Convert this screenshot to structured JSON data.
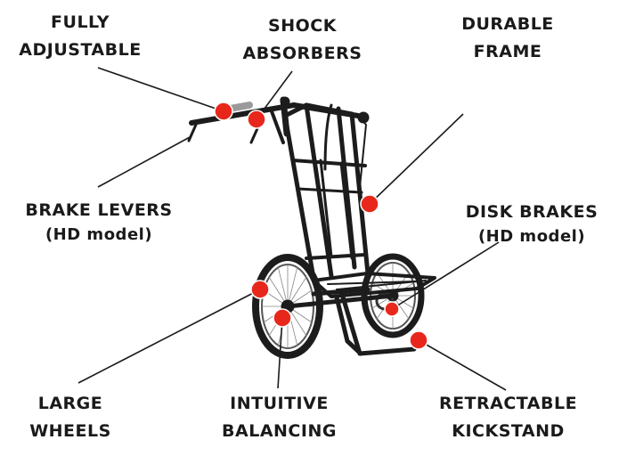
{
  "colors": {
    "background": "#ffffff",
    "text": "#1a1a1a",
    "marker": "#e8271c",
    "leader_line": "#1a1a1a",
    "frame": "#1c1c1c"
  },
  "callouts": {
    "fully_adjustable": {
      "line1": "FULLY",
      "line2": "ADJUSTABLE"
    },
    "shock_absorbers": {
      "line1": "SHOCK",
      "line2": "ABSORBERS"
    },
    "durable_frame": {
      "line1": "DURABLE",
      "line2": "FRAME"
    },
    "brake_levers": {
      "line1": "BRAKE LEVERS",
      "line2": "(HD model)"
    },
    "disk_brakes": {
      "line1": "DISK BRAKES",
      "line2": "(HD model)"
    },
    "large_wheels": {
      "line1": "LARGE",
      "line2": "WHEELS"
    },
    "intuitive_balancing": {
      "line1": "INTUITIVE",
      "line2": "BALANCING"
    },
    "retractable_kickstand": {
      "line1": "RETRACTABLE",
      "line2": "KICKSTAND"
    }
  }
}
